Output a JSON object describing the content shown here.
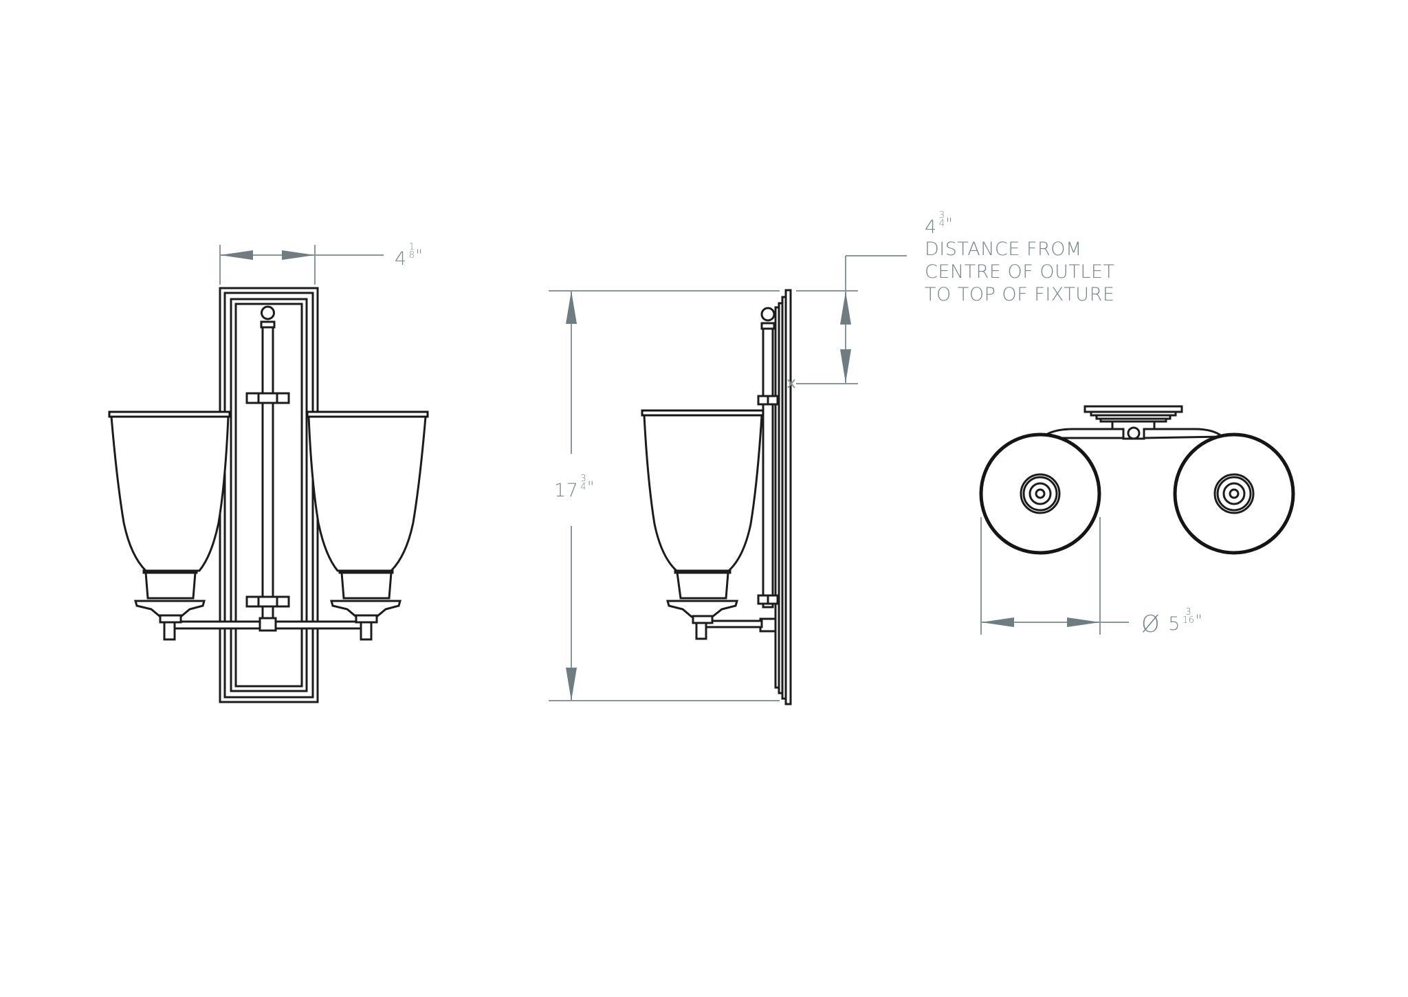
{
  "drawing": {
    "title": "Two-arm wall sconce dimension drawing",
    "views": [
      {
        "name": "front-view"
      },
      {
        "name": "side-view"
      },
      {
        "name": "top-view"
      }
    ],
    "colors": {
      "line": "#1c1c1c",
      "dimension_line": "#8a9799",
      "dimension_arrow": "#6f7d80",
      "dimension_text": "#788689",
      "background": "#ffffff"
    }
  },
  "dimensions": {
    "backplate_width": {
      "whole": "4",
      "num": "1",
      "den": "8",
      "unit": "\"",
      "full": "4 1/8\""
    },
    "height": {
      "whole": "17",
      "num": "3",
      "den": "4",
      "unit": "\"",
      "full": "17 3/4\""
    },
    "outlet_distance": {
      "whole": "4",
      "num": "3",
      "den": "4",
      "unit": "\"",
      "full": "4 3/4\"",
      "note_lines": [
        "DISTANCE FROM",
        "CENTRE OF OUTLET",
        "TO TOP OF FIXTURE"
      ]
    },
    "shade_diameter": {
      "symbol": "Ø",
      "whole": "5",
      "num": "3",
      "den": "16",
      "unit": "\"",
      "full": "Ø 5 3/16\""
    }
  }
}
